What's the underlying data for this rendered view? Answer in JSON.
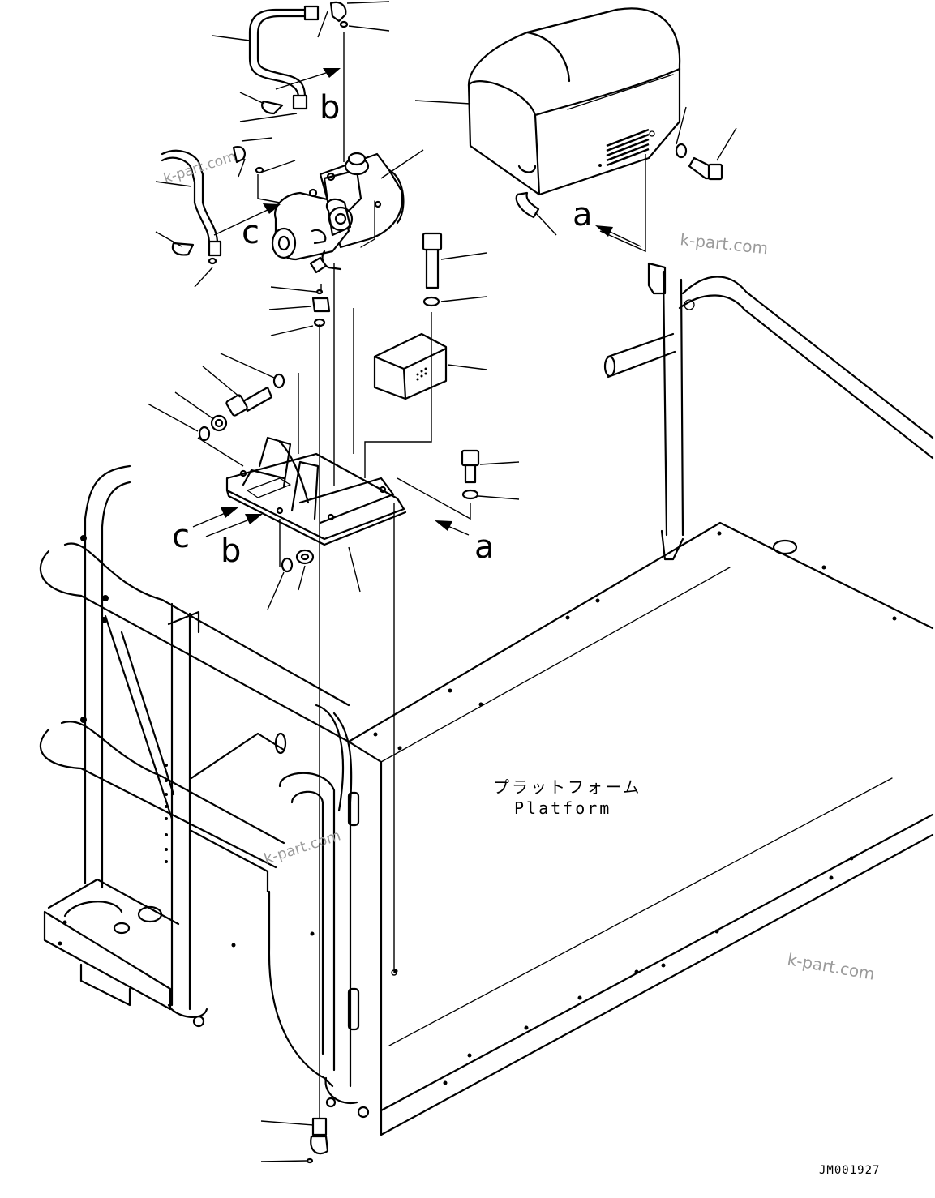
{
  "diagram": {
    "platform_label_jp": "プラットフォーム",
    "platform_label_en": "Platform",
    "view_markers": [
      "a",
      "b",
      "c"
    ],
    "drawing_code": "JM001927",
    "watermark": "k-part.com"
  }
}
